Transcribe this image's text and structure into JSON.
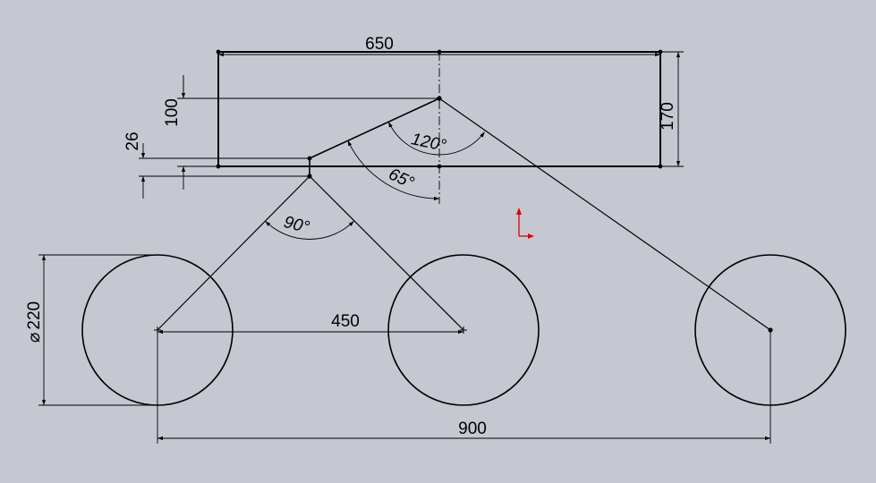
{
  "drawing": {
    "dimensions": {
      "rect_width": "650",
      "rect_height": "170",
      "offset_100": "100",
      "offset_26": "26",
      "angle_120": "120°",
      "angle_65": "65°",
      "angle_90": "90°",
      "diameter": "220",
      "diameter_symbol": "⌀",
      "wheel_spacing": "450",
      "total_span": "900"
    },
    "colors": {
      "background": "#c5c8d1",
      "lines": "#000000",
      "origin_marker": "#e00000"
    },
    "icons": {
      "origin": "origin-triad-icon"
    }
  }
}
